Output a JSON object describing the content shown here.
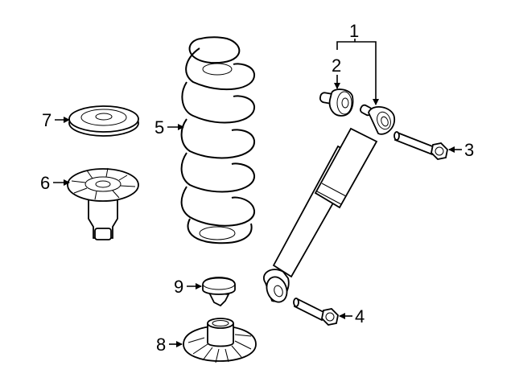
{
  "diagram": {
    "type": "exploded parts diagram",
    "subject": "Rear suspension - shock absorber and coil spring",
    "callouts": [
      {
        "id": "1",
        "label": "1",
        "part": "shock-absorber-assembly"
      },
      {
        "id": "2",
        "label": "2",
        "part": "upper-bushing"
      },
      {
        "id": "3",
        "label": "3",
        "part": "upper-mounting-bolt"
      },
      {
        "id": "4",
        "label": "4",
        "part": "lower-mounting-bolt"
      },
      {
        "id": "5",
        "label": "5",
        "part": "coil-spring"
      },
      {
        "id": "6",
        "label": "6",
        "part": "upper-spring-insulator-bumper"
      },
      {
        "id": "7",
        "label": "7",
        "part": "upper-spring-seat-pad"
      },
      {
        "id": "8",
        "label": "8",
        "part": "lower-spring-insulator"
      },
      {
        "id": "9",
        "label": "9",
        "part": "retainer-plug"
      }
    ]
  }
}
